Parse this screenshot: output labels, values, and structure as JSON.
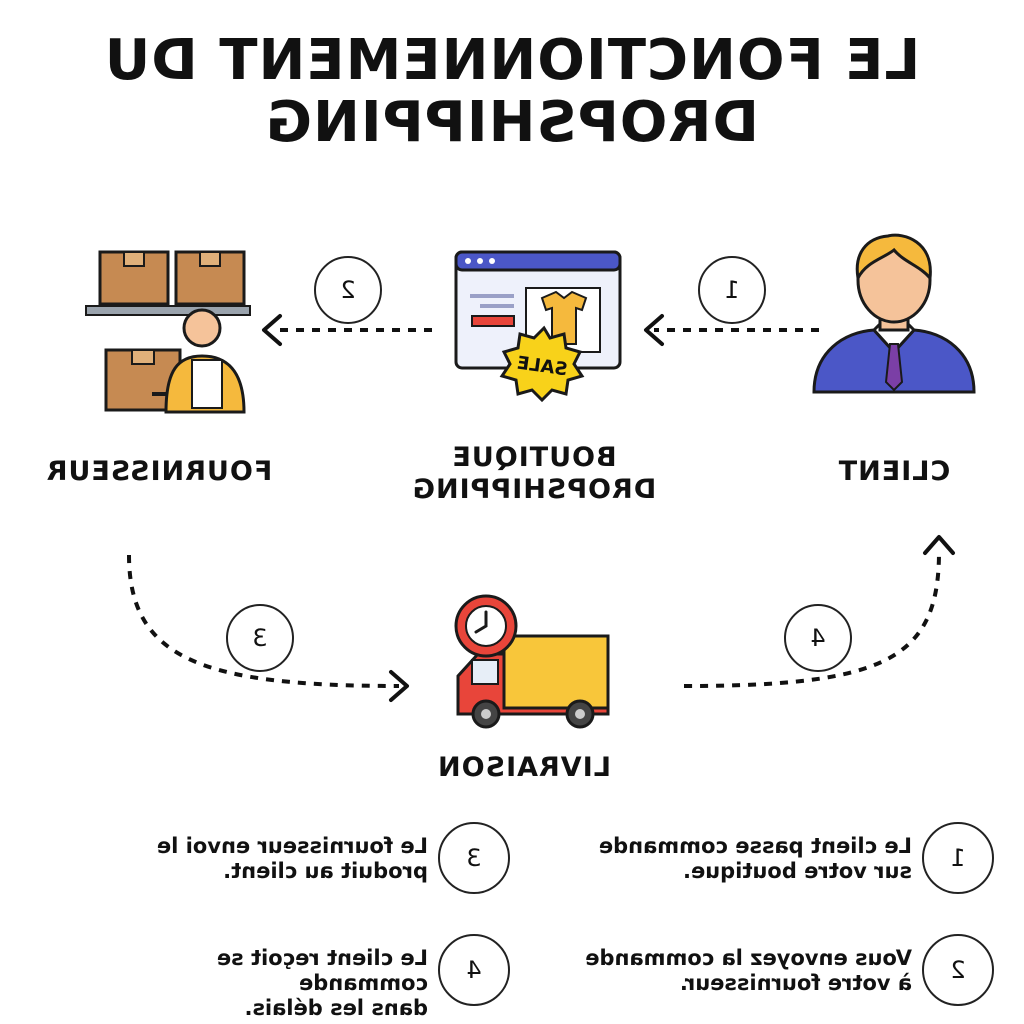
{
  "title": {
    "line1": "LE FONCTIONNEMENT DU",
    "line2": "DROPSHIPPING"
  },
  "nodes": {
    "client": "CLIENT",
    "boutique_line1": "BOUTIQUE",
    "boutique_line2": "DROPSHIPPING",
    "fournisseur": "FOURNISSEUR",
    "livraison": "LIVRAISON"
  },
  "shop_badge": "SALE",
  "arrow_steps": [
    "1",
    "2",
    "3",
    "4"
  ],
  "legend": [
    {
      "num": "1",
      "line1": "Le client passe commande",
      "line2": "sur votre boutique."
    },
    {
      "num": "2",
      "line1": "Vous envoyez la commande",
      "line2": "à votre fournisseur."
    },
    {
      "num": "3",
      "line1": "Le fournisseur envoi le",
      "line2": "produit au client."
    },
    {
      "num": "4",
      "line1": "Le client reçoit se commande",
      "line2": "dans les délais."
    }
  ],
  "colors": {
    "box": "#c68a52",
    "box_tape": "#e0b07a",
    "shirt": "#f5b93d",
    "sale": "#f8d21a",
    "browser_bar": "#4b57c7",
    "truck_red": "#e8453a",
    "truck_yellow": "#f8c63a",
    "clock": "#e8453a",
    "suit": "#4b57c7",
    "hair": "#f5b93d",
    "skin": "#f5c39a"
  },
  "icons": [
    "client-icon",
    "shop-icon",
    "supplier-icon",
    "truck-icon"
  ]
}
